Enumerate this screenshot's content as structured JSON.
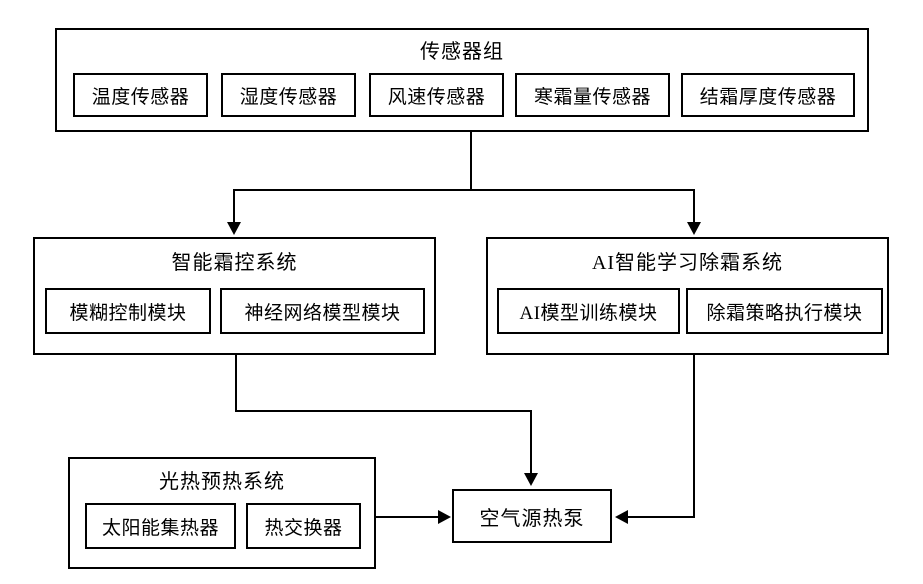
{
  "diagram": {
    "title": "",
    "background_color": "#ffffff",
    "line_color": "#000000"
  },
  "sensor_group": {
    "title": "传感器组",
    "sensors": [
      {
        "label": "温度传感器"
      },
      {
        "label": "湿度传感器"
      },
      {
        "label": "风速传感器"
      },
      {
        "label": "寒霜量传感器"
      },
      {
        "label": "结霜厚度传感器"
      }
    ]
  },
  "frost_control_system": {
    "title": "智能霜控系统",
    "modules": [
      {
        "label": "模糊控制模块"
      },
      {
        "label": "神经网络模型模块"
      }
    ]
  },
  "ai_defrost_system": {
    "title": "AI智能学习除霜系统",
    "modules": [
      {
        "label": "AI模型训练模块"
      },
      {
        "label": "除霜策略执行模块"
      }
    ]
  },
  "solar_preheat_system": {
    "title": "光热预热系统",
    "modules": [
      {
        "label": "太阳能集热器"
      },
      {
        "label": "热交换器"
      }
    ]
  },
  "heat_pump": {
    "label": "空气源热泵"
  },
  "connectors": [
    {
      "name": "sensor-group-to-split",
      "from": "传感器组",
      "to": "分支点"
    },
    {
      "name": "split-to-frost-control",
      "from": "分支点",
      "to": "智能霜控系统"
    },
    {
      "name": "split-to-ai-defrost",
      "from": "分支点",
      "to": "AI智能学习除霜系统"
    },
    {
      "name": "frost-control-to-heat-pump",
      "from": "智能霜控系统",
      "to": "空气源热泵"
    },
    {
      "name": "ai-defrost-to-heat-pump",
      "from": "AI智能学习除霜系统",
      "to": "空气源热泵"
    },
    {
      "name": "solar-preheat-to-heat-pump",
      "from": "光热预热系统",
      "to": "空气源热泵"
    }
  ]
}
